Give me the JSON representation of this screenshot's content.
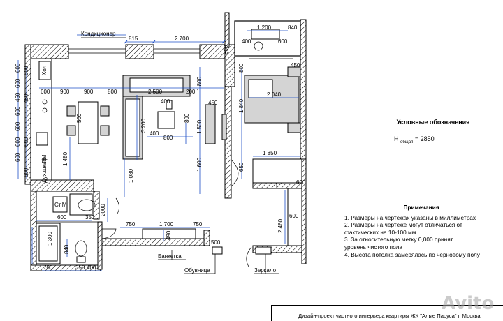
{
  "labels": {
    "conditioner": "Кондиционер",
    "bench": "Банкетка",
    "shoe_rack": "Обувница",
    "mirror": "Зеркало",
    "fridge": "Хол",
    "dishwasher": "ПМ",
    "oven": "Дух.шкаф",
    "washer": "Ст.М"
  },
  "dims": {
    "top_815": "815",
    "top_2700": "2 700",
    "v_600a": "600",
    "v_600b": "600",
    "v_600c": "600",
    "v_450a": "450",
    "v_450b": "450",
    "v_600d": "600",
    "v_600e": "600",
    "v_600f": "600",
    "v_600g": "600",
    "v_600h": "600",
    "v_600i": "600",
    "r_600a": "600",
    "r_600b": "600",
    "h_600": "600",
    "h_900a": "900",
    "h_900b": "900",
    "h_800a": "800",
    "h_2500": "2 500",
    "h_200": "200",
    "h_1800": "1 800",
    "t_500": "500",
    "t_3200": "3 200",
    "t_400a": "400",
    "t_800b": "800",
    "t_800c": "800",
    "t_400b": "400",
    "t_1480": "1 480",
    "t_1080": "1 080",
    "t_1500": "1 500",
    "t_1600": "1 600",
    "t_450": "450",
    "t_1840": "1 840",
    "t_650": "650",
    "t_2040": "2 040",
    "t_800d": "800",
    "t_450b": "450",
    "t_800e": "800",
    "t_1200": "1 200",
    "t_840": "840",
    "t_400c": "400",
    "t_600c": "600",
    "t_1850": "1 850",
    "t_2460": "2 460",
    "t_600d": "600",
    "t_600e": "600",
    "b_600": "600",
    "b_350": "350",
    "b_750a": "750",
    "b_1700": "1 700",
    "b_750b": "750",
    "b_1300": "1 300",
    "b_840": "840",
    "b_490": "490",
    "b_500": "500",
    "b_700": "700",
    "b_350b": "350",
    "b_400": "400",
    "b_2000": "2000"
  },
  "legend": {
    "title": "Условные обозначения",
    "h_label": "H",
    "h_sub": "общая",
    "h_value": "= 2850"
  },
  "notes": {
    "title": "Примечания",
    "items": [
      "1. Размеры на чертежах указаны в миллиметрах",
      "2. Размеры на чертеже могут отличаться от",
      "фактических на 10-100 мм",
      "3. За относительную метку 0,000 принят",
      "уровень чистого пола",
      "4.  Высота потолка замерялась по черновому полу"
    ]
  },
  "footer": "Дизайн-проект частного интерьера квартиры ЖК \"Алые Паруса\" г. Москва",
  "watermark": "Avito"
}
